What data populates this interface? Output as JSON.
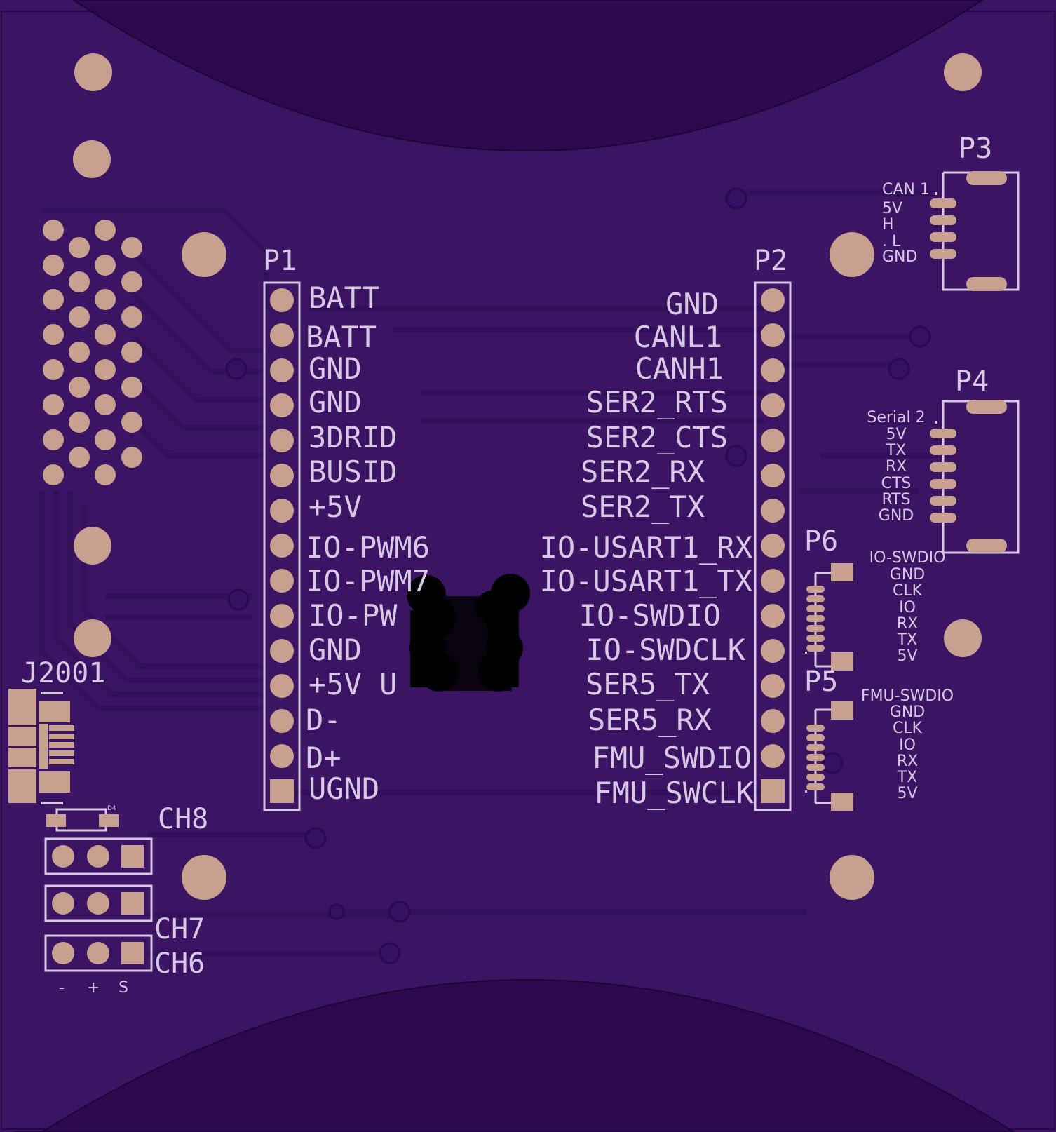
{
  "board": {
    "colors": {
      "mask": "#3b1463",
      "dark": "#2d0a50",
      "trace": "#31105a",
      "silk": "#d7c8e6",
      "pad": "#c7a08f"
    }
  },
  "p1": {
    "ref": "P1",
    "pins": [
      "BATT",
      "BATT",
      "GND",
      "GND",
      "3DRID",
      "BUSID",
      "+5V",
      "IO-PWM6",
      "IO-PWM7",
      "IO-PW",
      "GND",
      "+5V U",
      "D-",
      "D+",
      "UGND"
    ]
  },
  "p2": {
    "ref": "P2",
    "pins": [
      "GND",
      "CANL1",
      "CANH1",
      "SER2_RTS",
      "SER2_CTS",
      "SER2_RX",
      "SER2_TX",
      "IO-USART1_RX",
      "IO-USART1_TX",
      "IO-SWDIO",
      "IO-SWDCLK",
      "SER5_TX",
      "SER5_RX",
      "FMU_SWDIO",
      "FMU_SWCLK"
    ]
  },
  "p3": {
    "ref": "P3",
    "labels": [
      "CAN 1",
      "5V",
      "H",
      ". L",
      "GND"
    ]
  },
  "p4": {
    "ref": "P4",
    "labels": [
      "Serial 2",
      "5V",
      "TX",
      "RX",
      "CTS",
      "RTS",
      "GND"
    ]
  },
  "p6": {
    "ref": "P6",
    "labels": [
      "IO-SWDIO",
      "GND",
      "CLK",
      "IO",
      "RX",
      "TX",
      "5V"
    ]
  },
  "p5": {
    "ref": "P5",
    "labels": [
      "FMU-SWDIO",
      "GND",
      "CLK",
      "IO",
      "RX",
      "TX",
      "5V"
    ]
  },
  "j2001": {
    "ref": "J2001"
  },
  "d4": {
    "ref": "D4"
  },
  "servo": {
    "ch8": "CH8",
    "ch7": "CH7",
    "ch6": "CH6",
    "minus": "-",
    "plus": "+",
    "signal": "S"
  }
}
